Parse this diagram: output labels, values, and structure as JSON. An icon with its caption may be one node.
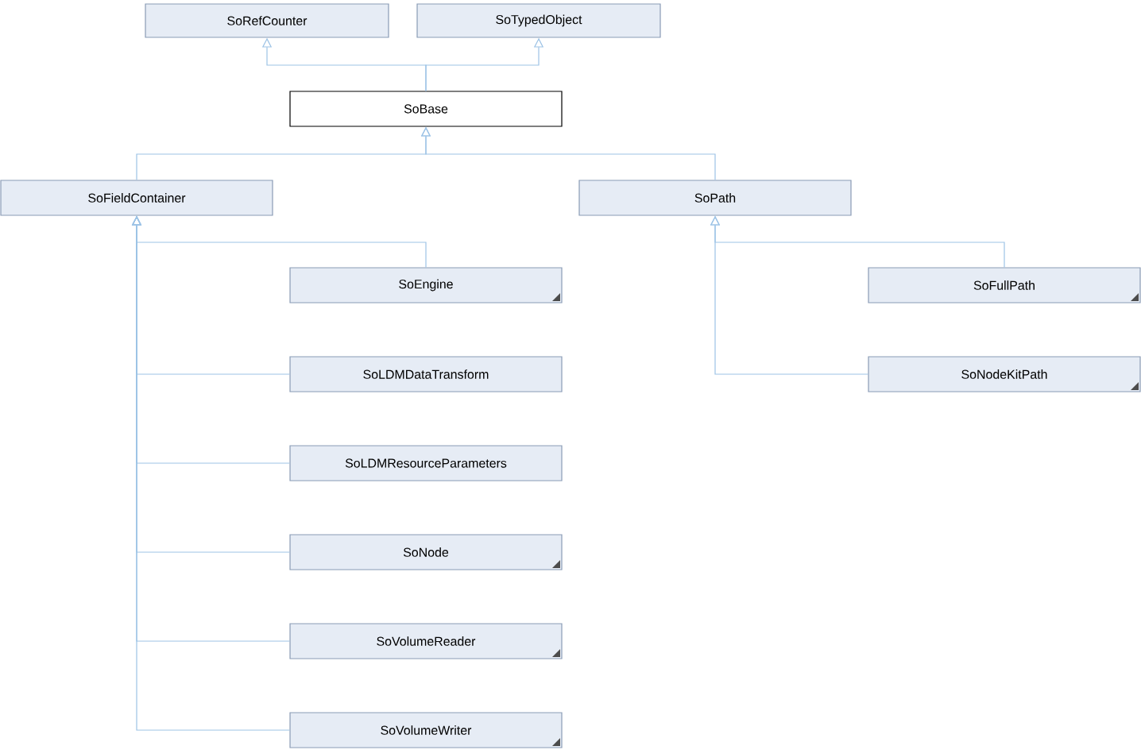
{
  "diagram": {
    "nodes": [
      {
        "text": [
          "SoRefCounter"
        ]
      },
      {
        "text": [
          "SoTypedObject"
        ]
      },
      {
        "text": [
          "SoBase"
        ]
      },
      {
        "text": [
          "SoFieldContainer"
        ]
      },
      {
        "text": [
          "SoPath"
        ]
      },
      {
        "text": [
          "SoEngine"
        ]
      },
      {
        "text": [
          "SoLDMDataTransform"
        ]
      },
      {
        "text": [
          "SoLDMResourceParameters"
        ]
      },
      {
        "text": [
          "SoNode"
        ]
      },
      {
        "text": [
          "SoVolumeReader"
        ]
      },
      {
        "text": [
          "SoVolumeWriter"
        ]
      },
      {
        "text": [
          "SoFullPath"
        ]
      },
      {
        "text": [
          "SoNodeKitPath"
        ]
      }
    ],
    "edges": [
      {
        "from": 2,
        "to": 0,
        "arrow": "to"
      },
      {
        "from": 2,
        "to": 1,
        "arrow": "to"
      },
      {
        "from": 3,
        "to": 2,
        "arrow": "to"
      },
      {
        "from": 4,
        "to": 2,
        "arrow": "to"
      },
      {
        "from": 5,
        "to": 3,
        "arrow": "to"
      },
      {
        "from": 6,
        "to": 3,
        "arrow": "to"
      },
      {
        "from": 7,
        "to": 3,
        "arrow": "to"
      },
      {
        "from": 8,
        "to": 3,
        "arrow": "to"
      },
      {
        "from": 9,
        "to": 3,
        "arrow": "to"
      },
      {
        "from": 10,
        "to": 3,
        "arrow": "to"
      },
      {
        "from": 11,
        "to": 4,
        "arrow": "to"
      },
      {
        "from": 12,
        "to": 4,
        "arrow": "to"
      }
    ]
  }
}
